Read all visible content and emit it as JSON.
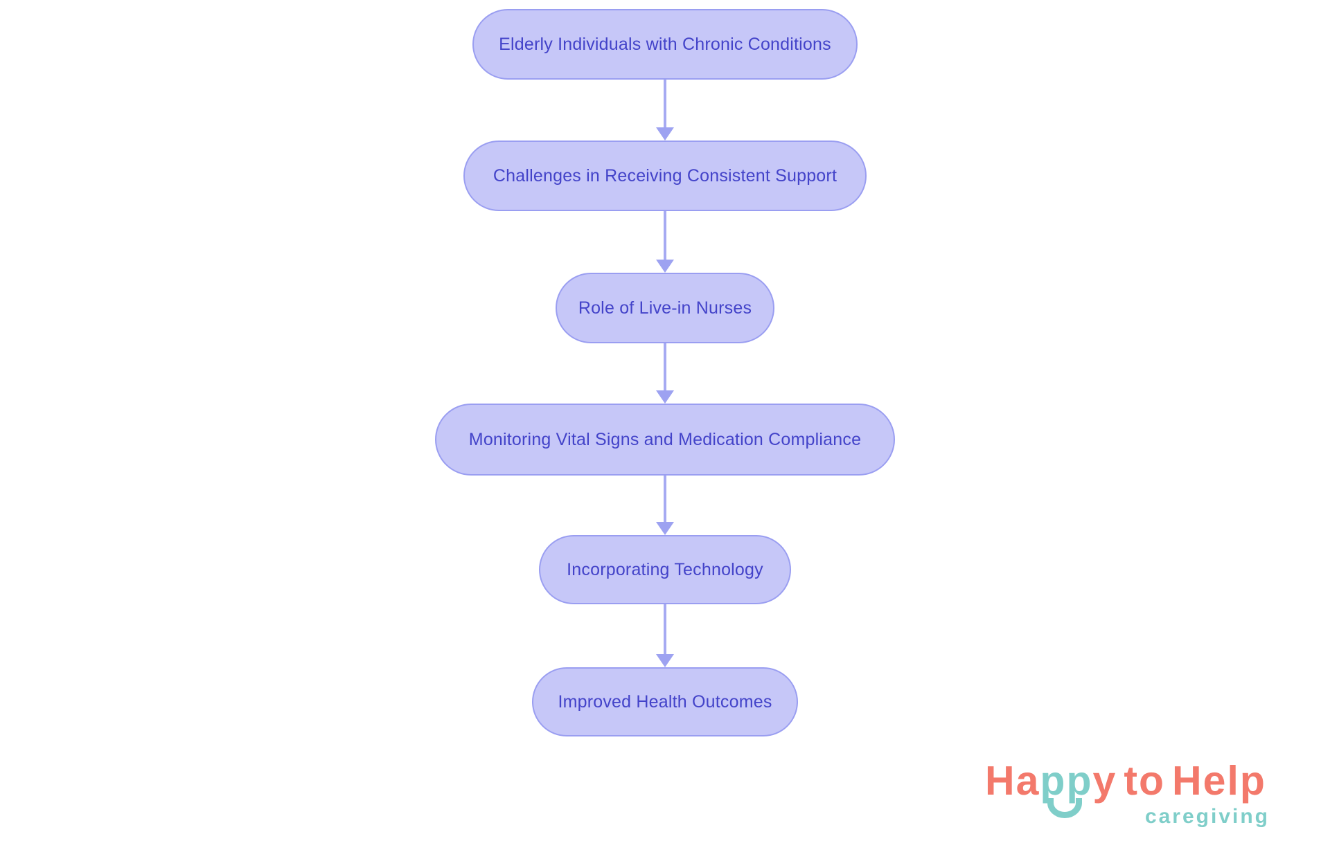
{
  "canvas": {
    "background": "#ffffff"
  },
  "flowchart": {
    "type": "vertical-flow",
    "nodes": [
      {
        "id": "elderly-individuals",
        "label": "Elderly Individuals with Chronic Conditions"
      },
      {
        "id": "challenges-support",
        "label": "Challenges in Receiving Consistent Support"
      },
      {
        "id": "role-live-in-nurses",
        "label": "Role of Live-in Nurses"
      },
      {
        "id": "monitoring-vitals",
        "label": "Monitoring Vital Signs and Medication Compliance"
      },
      {
        "id": "incorporating-technology",
        "label": "Incorporating Technology"
      },
      {
        "id": "improved-outcomes",
        "label": "Improved Health Outcomes"
      }
    ],
    "edges": [
      {
        "from": 0,
        "to": 1
      },
      {
        "from": 1,
        "to": 2
      },
      {
        "from": 2,
        "to": 3
      },
      {
        "from": 3,
        "to": 4
      },
      {
        "from": 4,
        "to": 5
      }
    ],
    "colors": {
      "node_fill": "#c6c7f8",
      "node_border": "#9a9ef1",
      "node_text": "#4343c9",
      "arrow": "#a0a4f1"
    }
  },
  "logo": {
    "word_ha": "Ha",
    "word_pp": "pp",
    "word_y": "y",
    "word_to": "to",
    "word_help": "Help",
    "tagline": "caregiving",
    "smile_icon": "smile-arc",
    "colors": {
      "coral": "#f3796b",
      "teal": "#7fcec9"
    }
  }
}
